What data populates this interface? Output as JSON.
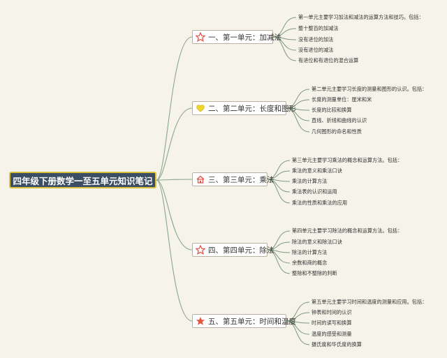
{
  "root": {
    "title": "四年级下册数学一至五单元知识笔记"
  },
  "units": [
    {
      "title": "一、第一单元：加减法",
      "icon": "star-outline-icon",
      "icon_color": "#e24c3e",
      "items": [
        "第一单元主要学习加法和减法的运算方法和技巧。包括：",
        "整十整百的加减法",
        "没有进位的加法",
        "没有进位的减法",
        "有进位和有退位的混合运算"
      ]
    },
    {
      "title": "二、第二单元：长度和图形",
      "icon": "heart-icon",
      "icon_color": "#f1d52a",
      "items": [
        "第二单元主要学习长度的测量和图形的认识。包括：",
        "长度的测量单位：厘米和米",
        "长度的比较和换算",
        "直线、折线和曲线的认识",
        "几何图形的命名和性质"
      ]
    },
    {
      "title": "三、第三单元：乘法",
      "icon": "house-icon",
      "icon_color": "#e24c3e",
      "items": [
        "第三单元主要学习乘法的概念和运算方法。包括：",
        "乘法的意义和乘法口诀",
        "乘法的计算方法",
        "乘法表的认识和运用",
        "乘法的性质和乘法的应用"
      ]
    },
    {
      "title": "四、第四单元：除法",
      "icon": "star-outline-icon",
      "icon_color": "#e24c3e",
      "items": [
        "第四单元主要学习除法的概念和运算方法。包括：",
        "除法的意义和除法口诀",
        "除法的计算方法",
        "余数和商的概念",
        "整除和不整除的判断"
      ]
    },
    {
      "title": "五、第五单元：时间和温度",
      "icon": "star-filled-icon",
      "icon_color": "#e2583e",
      "items": [
        "第五单元主要学习时间和温度的测量和应用。包括：",
        "钟表和时间的认识",
        "时间的读写和换算",
        "温度的感受和测量",
        "摄氏度和华氏度的换算"
      ]
    }
  ],
  "colors": {
    "background": "#f6f3ea",
    "root_fill": "#3c4e63",
    "root_border": "#d9c33e",
    "connector": "#7e9b7d"
  }
}
